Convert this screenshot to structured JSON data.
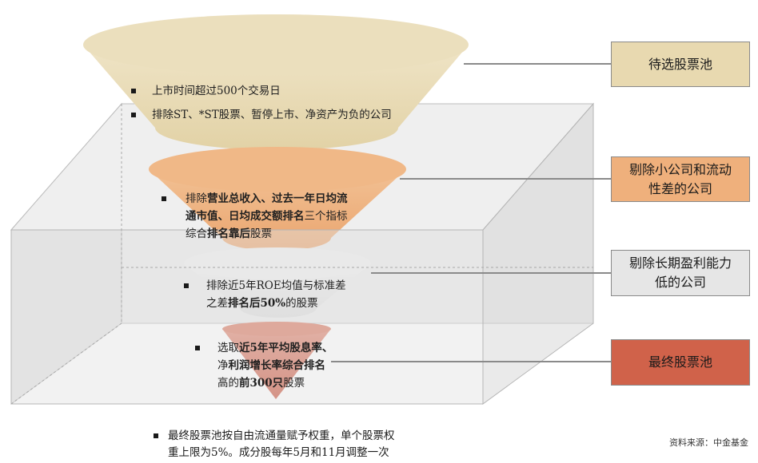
{
  "stages": [
    {
      "id": "stage1",
      "label": "待选股票池",
      "color": "#e8d9b0",
      "criteria": [
        {
          "segments": [
            {
              "text": "上市时间超过500个交易日",
              "bold": false
            }
          ]
        },
        {
          "segments": [
            {
              "text": "排除ST、*ST股票、暂停上市、净资产为负的公司",
              "bold": false
            }
          ]
        }
      ]
    },
    {
      "id": "stage2",
      "label": "剔除小公司和流动性差的公司",
      "label_lines": [
        "剔除小公司和流动",
        "性差的公司"
      ],
      "color": "#efb07c",
      "criteria": [
        {
          "segments": [
            {
              "text": "排除",
              "bold": false
            },
            {
              "text": "营业总收入、过去一年日均流",
              "bold": true
            }
          ]
        },
        {
          "segments": [
            {
              "text": "通市值、日均成交额排名",
              "bold": true
            },
            {
              "text": "三个指标",
              "bold": false
            }
          ]
        },
        {
          "segments": [
            {
              "text": "综合",
              "bold": false
            },
            {
              "text": "排名靠后",
              "bold": true
            },
            {
              "text": "股票",
              "bold": false
            }
          ]
        }
      ]
    },
    {
      "id": "stage3",
      "label": "剔除长期盈利能力低的公司",
      "label_lines": [
        "剔除长期盈利能力",
        "低的公司"
      ],
      "color": "#e6e6e6",
      "criteria": [
        {
          "segments": [
            {
              "text": "排除近5年ROE均值与标准差",
              "bold": false
            }
          ]
        },
        {
          "segments": [
            {
              "text": "之差",
              "bold": false
            },
            {
              "text": "排名后50%",
              "bold": true
            },
            {
              "text": "的股票",
              "bold": false
            }
          ]
        }
      ]
    },
    {
      "id": "stage4",
      "label": "最终股票池",
      "color": "#d0624a",
      "criteria": [
        {
          "segments": [
            {
              "text": "选取",
              "bold": false
            },
            {
              "text": "近5年平均股息率、",
              "bold": true
            }
          ]
        },
        {
          "segments": [
            {
              "text": "净",
              "bold": false
            },
            {
              "text": "利润增长率综合排名",
              "bold": true
            }
          ]
        },
        {
          "segments": [
            {
              "text": "高的",
              "bold": false
            },
            {
              "text": "前300只",
              "bold": true
            },
            {
              "text": "股票",
              "bold": false
            }
          ]
        }
      ]
    }
  ],
  "footnote_lines": [
    "最终股票池按自由流通量赋予权重，单个股票权",
    "重上限为5%。成分股每年5月和11月调整一次"
  ],
  "source": "资料来源：中金基金"
}
